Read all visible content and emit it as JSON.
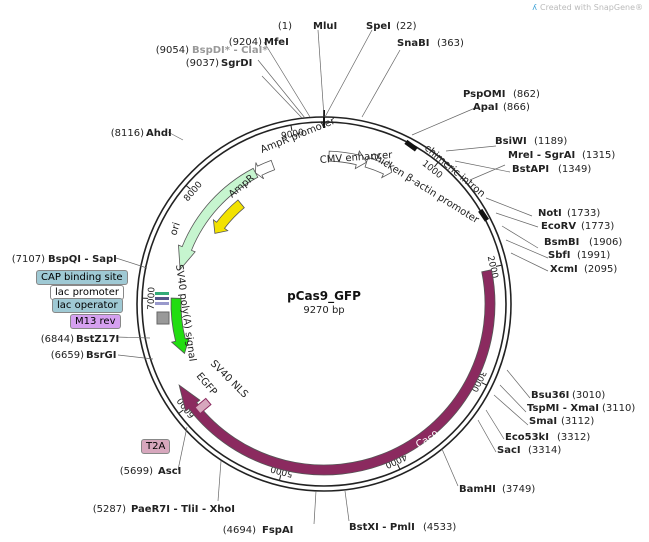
{
  "watermark": "Created with SnapGene®",
  "plasmid": {
    "name": "pCas9_GFP",
    "size": "9270 bp",
    "length": 9270
  },
  "colors": {
    "cas9": "#8b2a5f",
    "ampr": "#c6f5cf",
    "ori": "#f2e200",
    "egfp": "#22dd11",
    "t2a": "#d7a7bd",
    "cap": "#9fc9d4",
    "m13": "#d5a0f0",
    "backbone": "#222222"
  },
  "ticks": [
    {
      "pos": 1000,
      "label": "1000"
    },
    {
      "pos": 2000,
      "label": "2000"
    },
    {
      "pos": 3000,
      "label": "3000"
    },
    {
      "pos": 4000,
      "label": "4000"
    },
    {
      "pos": 5000,
      "label": "5000"
    },
    {
      "pos": 6000,
      "label": "6000"
    },
    {
      "pos": 7000,
      "label": "7000"
    },
    {
      "pos": 8000,
      "label": "8000"
    },
    {
      "pos": 9000,
      "label": "9000"
    }
  ],
  "features": [
    {
      "name": "Cas9",
      "start": 2020,
      "end": 6200,
      "dir": 1,
      "color": "#8b2a5f",
      "track": 0,
      "label": "Cas9"
    },
    {
      "name": "AmpR",
      "start": 7300,
      "end": 8560,
      "dir": -1,
      "color": "#c6f5cf",
      "track": 1,
      "label": "AmpR"
    },
    {
      "name": "AmpR promoter",
      "start": 8560,
      "end": 8750,
      "dir": -1,
      "color": "#ffffff",
      "track": 1,
      "label": "AmpR promoter"
    },
    {
      "name": "ori",
      "start": 7800,
      "end": 8250,
      "dir": -1,
      "color": "#f2e200",
      "track": 2,
      "label": "ori"
    },
    {
      "name": "EGFP",
      "start": 6450,
      "end": 7010,
      "dir": -1,
      "color": "#22dd11",
      "track": 1,
      "label": "EGFP"
    },
    {
      "name": "CMV enhancer",
      "start": 50,
      "end": 430,
      "dir": 1,
      "color": "#ffffff",
      "track": 1,
      "label": "CMV enhancer"
    },
    {
      "name": "chicken beta-actin promoter",
      "start": 430,
      "end": 700,
      "dir": 1,
      "color": "#ffffff",
      "track": 1,
      "label": "chicken β-actin promoter"
    }
  ],
  "feature_labels": [
    {
      "text": "AmpR promoter"
    },
    {
      "text": "CMV enhancer"
    },
    {
      "text": "chicken β-actin promoter"
    },
    {
      "text": "chimeric intron"
    },
    {
      "text": "AmpR"
    },
    {
      "text": "ori"
    },
    {
      "text": "SV40 poly(A) signal"
    },
    {
      "text": "EGFP"
    },
    {
      "text": "SV40 NLS"
    },
    {
      "text": "Cas9"
    }
  ],
  "tags": [
    {
      "text": "CAP binding site"
    },
    {
      "text": "lac promoter"
    },
    {
      "text": "lac operator"
    },
    {
      "text": "M13 rev"
    },
    {
      "text": "T2A"
    }
  ],
  "sites_right": [
    {
      "name": "SpeI",
      "pos": "(22)"
    },
    {
      "name": "SnaBI",
      "pos": "(363)"
    },
    {
      "name": "PspOMI",
      "pos": "(862)"
    },
    {
      "name": "ApaI",
      "pos": "(866)"
    },
    {
      "name": "BsiWI",
      "pos": "(1189)"
    },
    {
      "name": "MreI - SgrAI",
      "pos": "(1315)"
    },
    {
      "name": "BstAPI",
      "pos": "(1349)"
    },
    {
      "name": "NotI",
      "pos": "(1733)"
    },
    {
      "name": "EcoRV",
      "pos": "(1773)"
    },
    {
      "name": "BsmBI",
      "pos": "(1906)"
    },
    {
      "name": "SbfI",
      "pos": "(1991)"
    },
    {
      "name": "XcmI",
      "pos": "(2095)"
    },
    {
      "name": "Bsu36I",
      "pos": "(3010)"
    },
    {
      "name": "TspMI - XmaI",
      "pos": "(3110)"
    },
    {
      "name": "SmaI",
      "pos": "(3112)"
    },
    {
      "name": "Eco53kI",
      "pos": "(3312)"
    },
    {
      "name": "SacI",
      "pos": "(3314)"
    },
    {
      "name": "BamHI",
      "pos": "(3749)"
    },
    {
      "name": "BstXI - PmlI",
      "pos": "(4533)"
    }
  ],
  "sites_left": [
    {
      "name": "MluI",
      "pos": "(1)"
    },
    {
      "name": "MfeI",
      "pos": "(9204)"
    },
    {
      "name": "BspDI* - ClaI*",
      "pos": "(9054)"
    },
    {
      "name": "SgrDI",
      "pos": "(9037)"
    },
    {
      "name": "AhdI",
      "pos": "(8116)"
    },
    {
      "name": "BspQI - SapI",
      "pos": "(7107)"
    },
    {
      "name": "BstZ17I",
      "pos": "(6844)"
    },
    {
      "name": "BsrGI",
      "pos": "(6659)"
    },
    {
      "name": "AscI",
      "pos": "(5699)"
    },
    {
      "name": "PaeR7I - TliI - XhoI",
      "pos": "(5287)"
    },
    {
      "name": "FspAI",
      "pos": "(4694)"
    }
  ]
}
